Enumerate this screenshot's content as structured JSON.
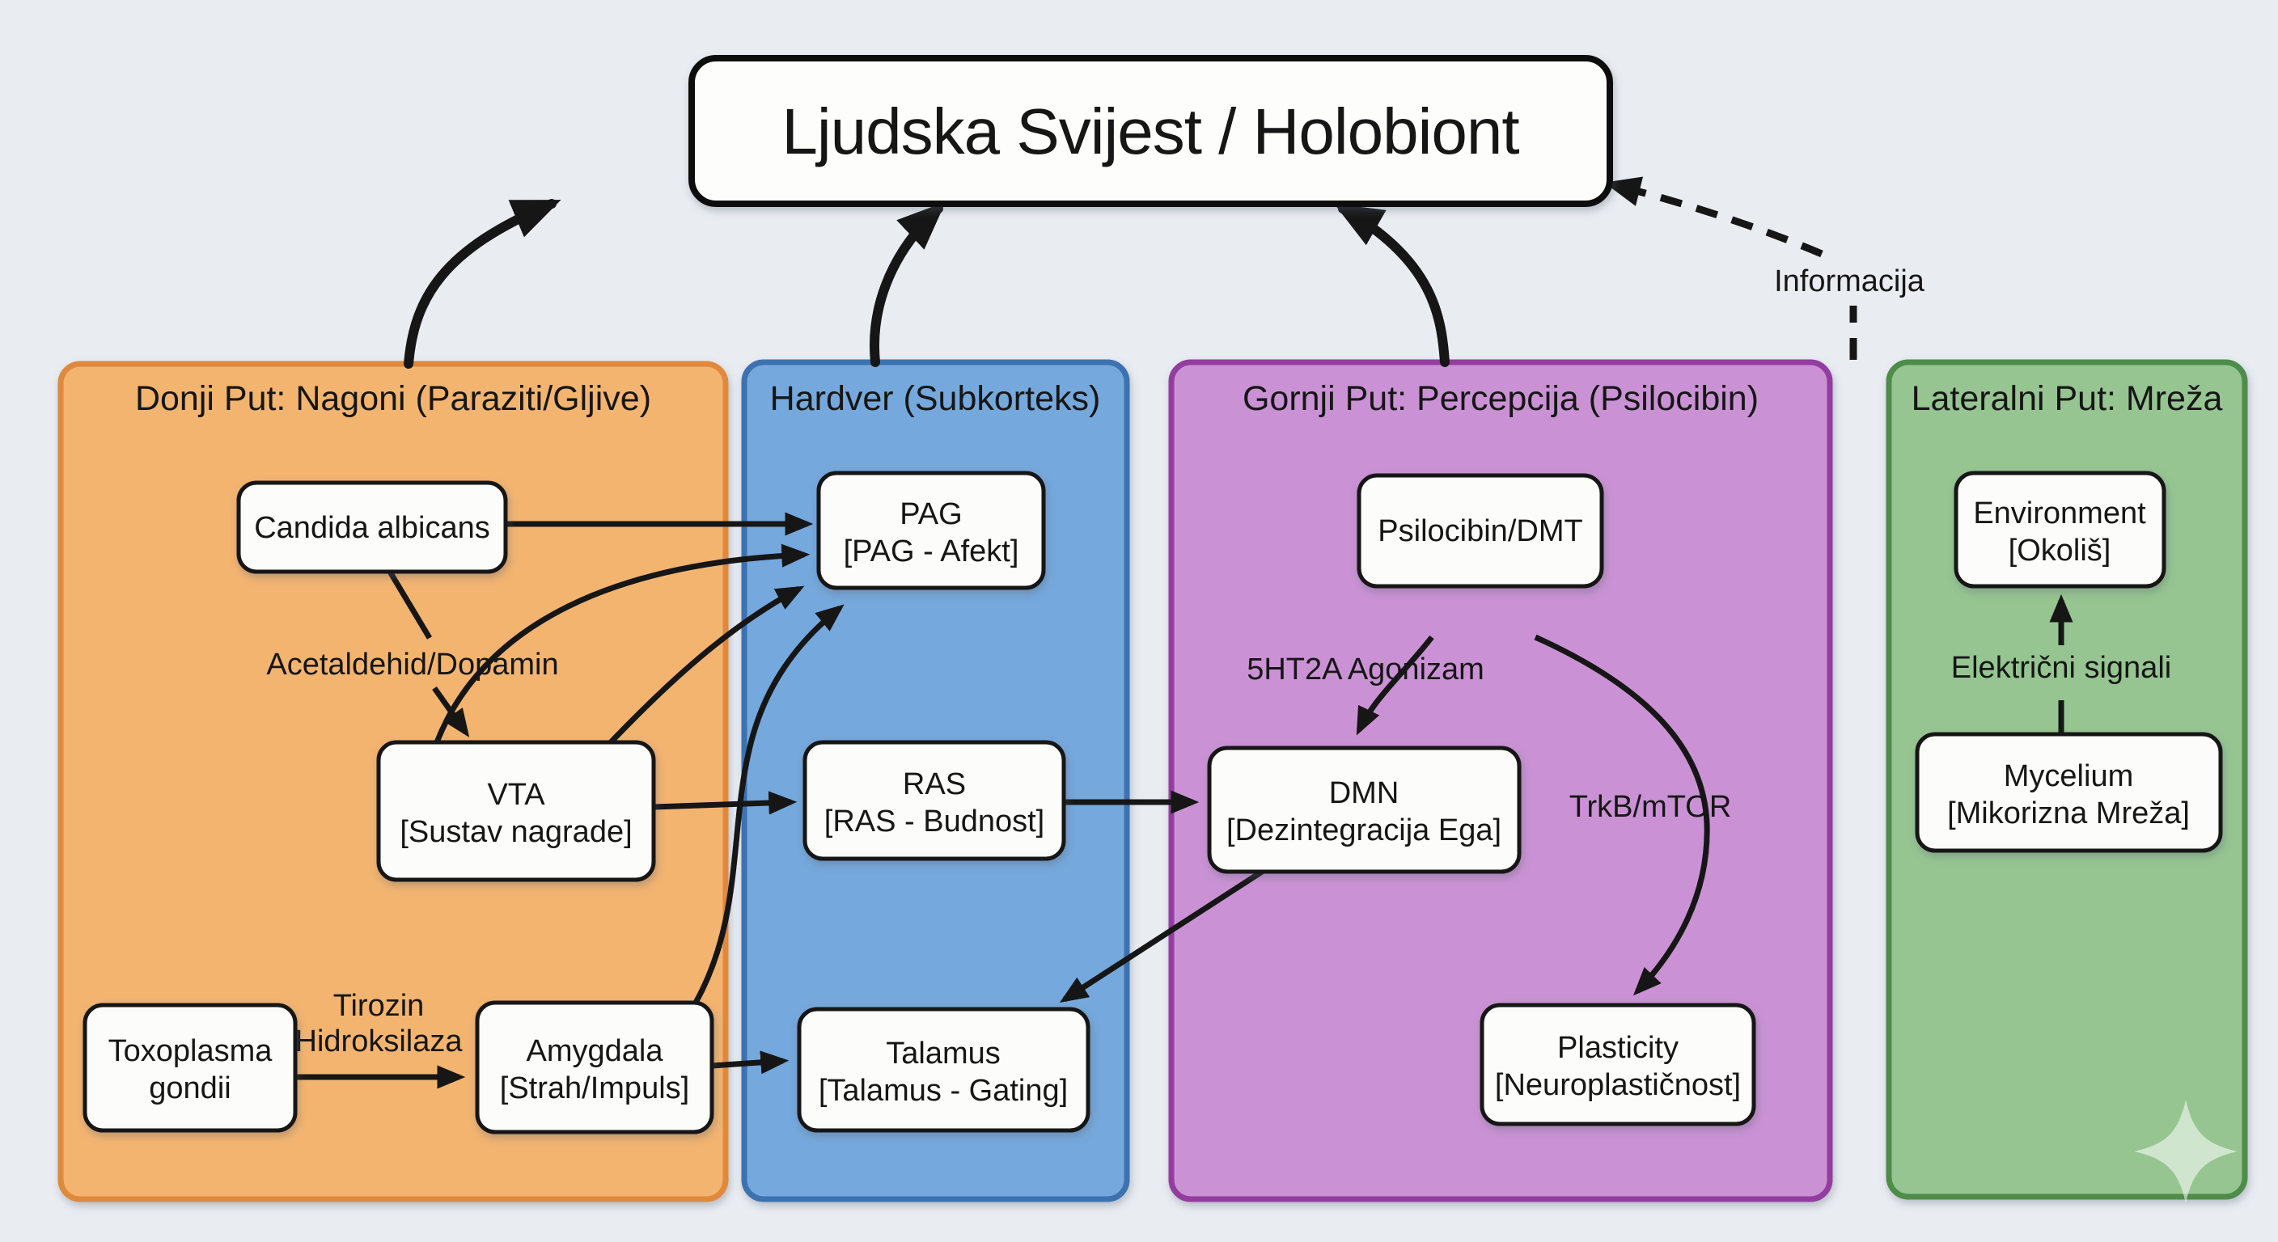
{
  "title": "Ljudska Svijest / Holobiont",
  "panels": {
    "lower": {
      "header": "Donji Put: Nagoni (Paraziti/Gljive)",
      "fill": "#f3b470",
      "border": "#e0893e"
    },
    "hardware": {
      "header": "Hardver (Subkorteks)",
      "fill": "#74a8dc",
      "border": "#3e72b0"
    },
    "upper": {
      "header": "Gornji Put: Percepcija (Psilocibin)",
      "fill": "#ca92d4",
      "border": "#933da0"
    },
    "lateral": {
      "header": "Lateralni Put: Mreža",
      "fill": "#96c591",
      "border": "#4d8c49"
    }
  },
  "nodes": {
    "candida": {
      "line1": "Candida albicans"
    },
    "vta": {
      "line1": "VTA",
      "line2": "[Sustav nagrade]"
    },
    "toxoplasma": {
      "line1": "Toxoplasma",
      "line2": "gondii"
    },
    "amygdala": {
      "line1": "Amygdala",
      "line2": "[Strah/Impuls]"
    },
    "pag": {
      "line1": "PAG",
      "line2": "[PAG - Afekt]"
    },
    "ras": {
      "line1": "RAS",
      "line2": "[RAS - Budnost]"
    },
    "talamus": {
      "line1": "Talamus",
      "line2": "[Talamus - Gating]"
    },
    "psilocibin": {
      "line1": "Psilocibin/DMT"
    },
    "dmn": {
      "line1": "DMN",
      "line2": "[Dezintegracija Ega]"
    },
    "plasticity": {
      "line1": "Plasticity",
      "line2": "[Neuroplastičnost]"
    },
    "environment": {
      "line1": "Environment",
      "line2": "[Okoliš]"
    },
    "mycelium": {
      "line1": "Mycelium",
      "line2": "[Mikorizna Mreža]"
    }
  },
  "edge_labels": {
    "acetaldehid": "Acetaldehid/Dopamin",
    "tirozin_line1": "Tirozin",
    "tirozin_line2": "Hidroksilaza",
    "ht2a": "5HT2A Agonizam",
    "trkb": "TrkB/mTOR",
    "elektricni": "Električni signali",
    "informacija": "Informacija"
  },
  "colors": {
    "background": "#e9edf2",
    "box_fill": "#fcfcfa",
    "line": "#161616"
  },
  "icons": {
    "watermark": "sparkle"
  }
}
